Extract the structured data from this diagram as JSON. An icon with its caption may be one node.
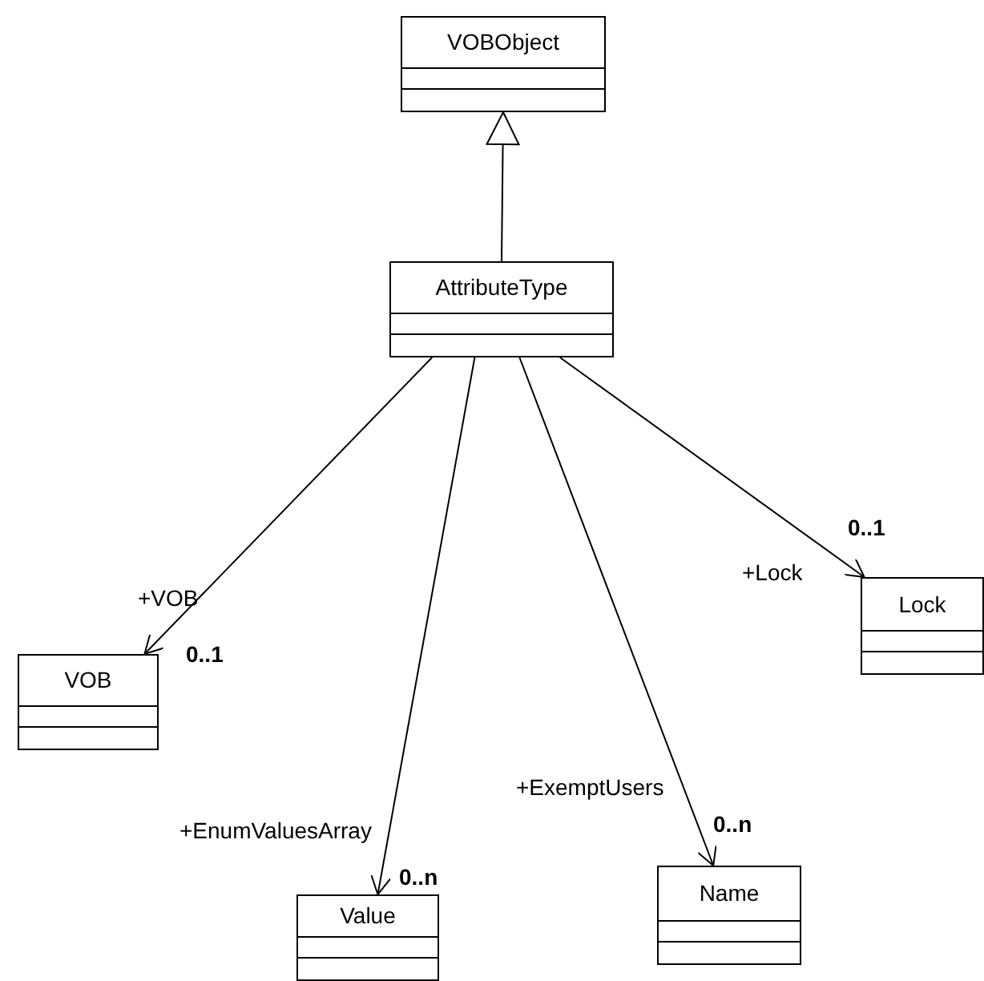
{
  "diagram": {
    "nodes": [
      {
        "text": [
          "VOBObject"
        ]
      },
      {
        "text": [
          "AttributeType"
        ]
      },
      {
        "text": [
          "VOB"
        ]
      },
      {
        "text": [
          "Lock"
        ]
      },
      {
        "text": [
          "Value"
        ]
      },
      {
        "text": [
          "Name"
        ]
      }
    ],
    "edges": [
      {
        "from": 1,
        "to": 0,
        "arrow": "to"
      },
      {
        "from": 1,
        "to": 2,
        "arrow": "to",
        "label": "+VOB"
      },
      {
        "from": 1,
        "to": 4,
        "arrow": "to",
        "label": "+EnumValuesArray"
      },
      {
        "from": 1,
        "to": 5,
        "arrow": "to",
        "label": "+ExemptUsers"
      },
      {
        "from": 1,
        "to": 3,
        "arrow": "to",
        "label": "+Lock"
      }
    ],
    "labels": [
      "0..1",
      "0..1",
      "0..n",
      "0..n"
    ]
  }
}
